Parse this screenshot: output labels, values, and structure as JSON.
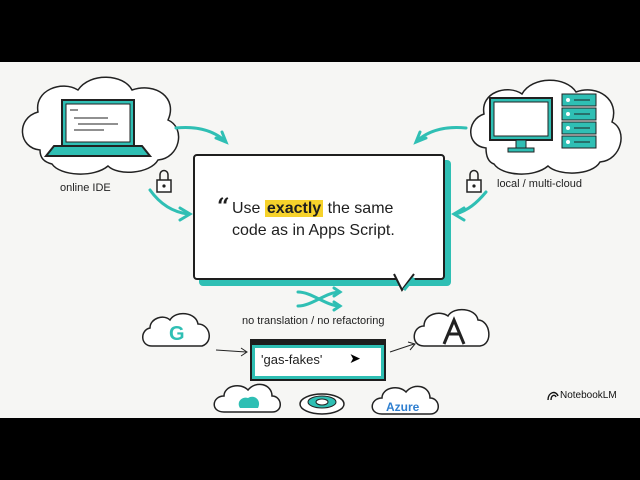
{
  "labels": {
    "online_ide": "online IDE",
    "local_cloud": "local / multi-cloud",
    "translation": "no translation / no refactoring",
    "package": "'gas-fakes'",
    "azure": "Azure",
    "google_letter": "G",
    "brand": "NotebookLM"
  },
  "quote": {
    "pre": "Use ",
    "highlight": "exactly",
    "post": " the same",
    "line2": "code as in Apps Script."
  },
  "colors": {
    "accent": "#2fbfb4",
    "highlight": "#f6d22b",
    "ink": "#1e1e1e"
  },
  "icons": [
    "laptop-icon",
    "server-icon",
    "lock-icon",
    "cloud-icon",
    "google-cloud-icon",
    "azure-cloud-icon",
    "aws-cloud-icon",
    "disk-icon",
    "shuffle-icon",
    "cursor-icon",
    "notebooklm-logo-icon"
  ]
}
